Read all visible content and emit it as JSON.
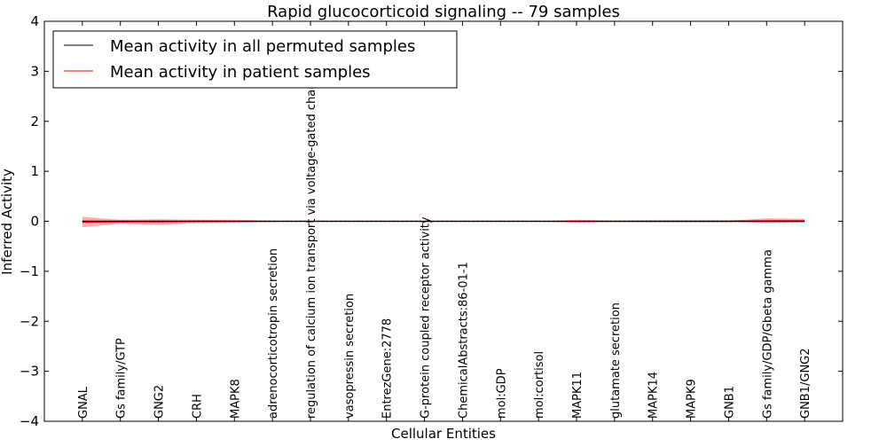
{
  "chart_data": {
    "type": "line",
    "title": "Rapid glucocorticoid signaling -- 79 samples",
    "xlabel": "Cellular Entities",
    "ylabel": "Inferred Activity",
    "ylim": [
      -4,
      4
    ],
    "yticks": [
      "−4",
      "−3",
      "−2",
      "−1",
      "0",
      "1",
      "2",
      "3",
      "4"
    ],
    "ytick_values": [
      -4,
      -3,
      -2,
      -1,
      0,
      1,
      2,
      3,
      4
    ],
    "grid": false,
    "legend_placement": "top-left",
    "categories": [
      "GNAL",
      "Gs family/GTP",
      "GNG2",
      "CRH",
      "MAPK8",
      "adrenocorticotropin secretion",
      "regulation of calcium ion transport via voltage-gated chan",
      "vasopressin secretion",
      "EntrezGene:2778",
      "G-protein coupled receptor activity",
      "ChemicalAbstracts:86-01-1",
      "mol:GDP",
      "mol:cortisol",
      "MAPK11",
      "glutamate secretion",
      "MAPK14",
      "MAPK9",
      "GNB1",
      "Gs family/GDP/Gbeta gamma",
      "GNB1/GNG2"
    ],
    "series": [
      {
        "name": "Mean activity in all permuted samples",
        "color": "#000000",
        "values": [
          0,
          0,
          0,
          0,
          0,
          0,
          0,
          0,
          0,
          0,
          0,
          0,
          0,
          0,
          0,
          0,
          0,
          0,
          0,
          0
        ],
        "band_upper": [
          0.03,
          0.03,
          0.03,
          0.03,
          0.02,
          0.01,
          0,
          0,
          0,
          0,
          0,
          0,
          0,
          0.01,
          0.01,
          0.03,
          0.03,
          0.03,
          0.03,
          0.03
        ],
        "band_lower": [
          -0.03,
          -0.03,
          -0.03,
          -0.03,
          -0.02,
          -0.01,
          0,
          0,
          0,
          0,
          0,
          0,
          0,
          -0.01,
          -0.01,
          -0.03,
          -0.03,
          -0.03,
          -0.03,
          -0.03
        ]
      },
      {
        "name": "Mean activity in patient samples",
        "color": "#ff0000",
        "values": [
          -0.02,
          -0.01,
          -0.01,
          0,
          0,
          0,
          0,
          0,
          0,
          0,
          0,
          0,
          0,
          0,
          0,
          0,
          0,
          0,
          0.01,
          0.01
        ],
        "band_upper": [
          0.09,
          0.03,
          0.04,
          0.03,
          0.03,
          0.01,
          0,
          0,
          0,
          0,
          0,
          0,
          0,
          0.03,
          0.01,
          0,
          0,
          0.01,
          0.06,
          0.05
        ],
        "band_lower": [
          -0.12,
          -0.05,
          -0.07,
          -0.04,
          -0.03,
          -0.01,
          0,
          0,
          0,
          0,
          0,
          0,
          0,
          -0.03,
          -0.01,
          0,
          0,
          0,
          -0.04,
          -0.02
        ]
      }
    ]
  }
}
